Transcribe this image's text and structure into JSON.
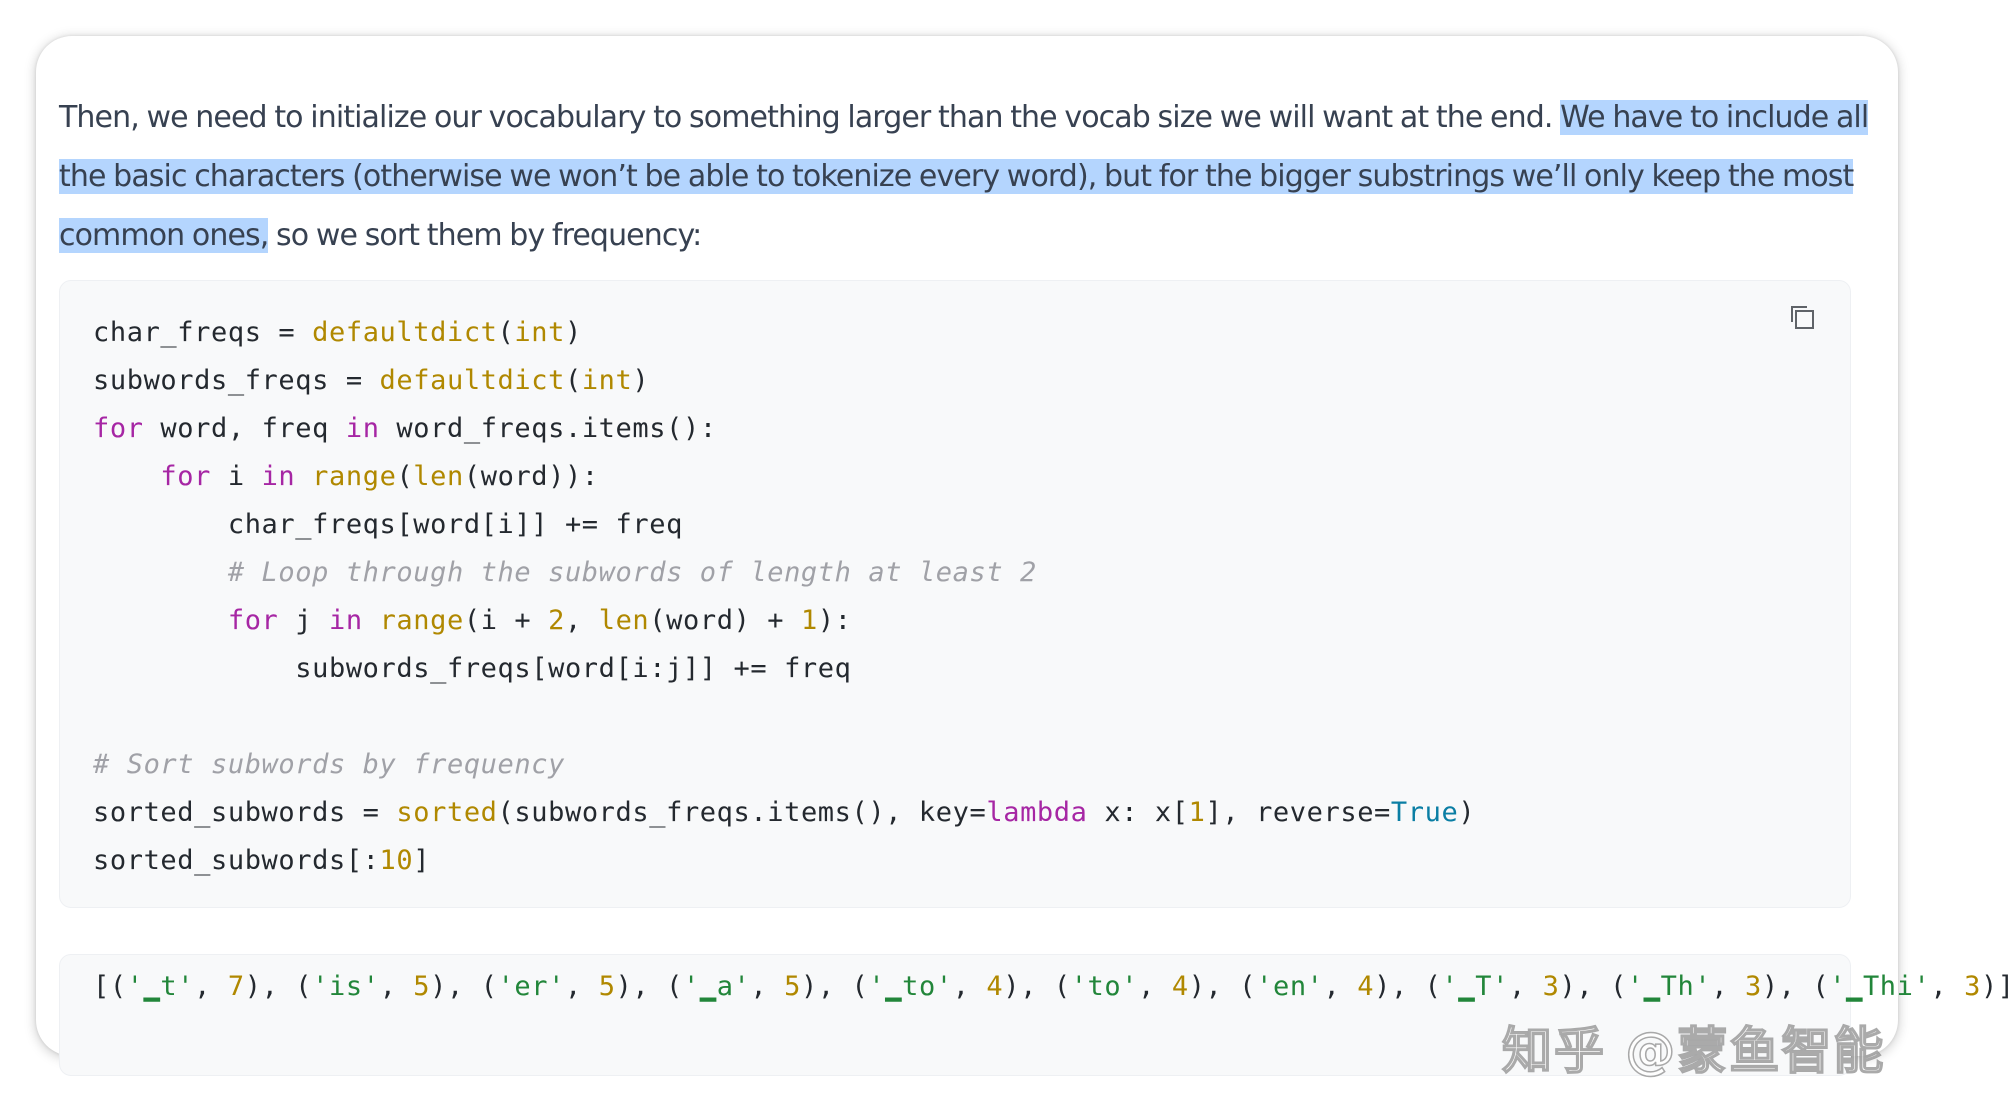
{
  "prose": {
    "before": "Then, we need to initialize our vocabulary to something larger than the vocab size we will want at the end. ",
    "highlighted": "We have to include all the basic characters (otherwise we won’t be able to tokenize every word), but for the bigger substrings we’ll only keep the most common ones,",
    "after": " so we sort them by frequency:"
  },
  "code": {
    "copy_icon": "copy-icon",
    "lines": [
      "char_freqs = defaultdict(int)",
      "subwords_freqs = defaultdict(int)",
      "for word, freq in word_freqs.items():",
      "    for i in range(len(word)):",
      "        char_freqs[word[i]] += freq",
      "        # Loop through the subwords of length at least 2",
      "        for j in range(i + 2, len(word) + 1):",
      "            subwords_freqs[word[i:j]] += freq",
      "",
      "# Sort subwords by frequency",
      "sorted_subwords = sorted(subwords_freqs.items(), key=lambda x: x[1], reverse=True)",
      "sorted_subwords[:10]"
    ]
  },
  "output": {
    "text": "[('▁t', 7), ('is', 5), ('er', 5), ('▁a', 5), ('▁to', 4), ('to', 4), ('en', 4), ('▁T', 3), ('▁Th', 3), ('▁Thi', 3)]"
  },
  "watermark": "知乎 @蒙鱼智能",
  "colors": {
    "keyword": "#a626a4",
    "builtin": "#b08800",
    "number": "#b08800",
    "comment": "#a0a1a7",
    "constant": "#0a7ea4",
    "string": "#22863a",
    "selection": "#b4d5fe"
  }
}
